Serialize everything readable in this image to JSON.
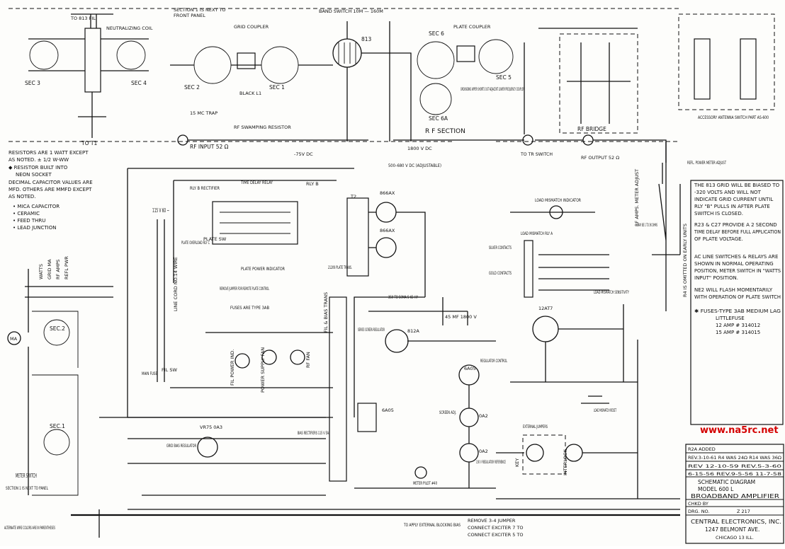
{
  "top": {
    "to_813_fil": "TO 813 FIL.",
    "section_note_1": "SECTION 1 IS NEXT TO",
    "section_note_2": "FRONT PANEL",
    "band_switch": "BAND SWITCH  10M — 160M",
    "neutralizing_coil": "NEUTRALIZING COIL",
    "grid_coupler": "GRID COUPLER",
    "plate_coupler": "PLATE COUPLER",
    "tube_813": "813",
    "rf_section": "R F  SECTION",
    "rf_input": "RF INPUT 52 Ω",
    "rf_output": "RF OUTPUT 52 Ω",
    "to_tr_switch": "TO TR SWITCH",
    "to_t1": "TO T1",
    "rf_bridge": "RF BRIDGE",
    "rf_swamping": "RF SWAMPING RESISTOR",
    "mc_trap": "15 MC TRAP",
    "black_l1": "BLACK L1",
    "grounding_wiper": "GROUNDING WIPER SHORTS OUT ADJACENT LOWER FREQUENCY COUPLER",
    "accessory": "ACCESSORY ANTENNA SWITCH PART AS-600",
    "sec_labels": [
      "SEC 3",
      "SEC 4",
      "SEC 2",
      "SEC 1",
      "SEC 6",
      "SEC 5",
      "SEC 6A"
    ],
    "v75": "-75V DC",
    "v1800": "1800 V DC",
    "v500_680": "500–680 V DC (ADJUSTABLE)"
  },
  "notes_left": {
    "lines": [
      "RESISTORS ARE 1 WATT EXCEPT",
      "AS NOTED.  ± 1/2 W-WW",
      "◆ RESISTOR BUILT INTO",
      "NEON SOCKET",
      "DECIMAL CAPACITOR VALUES ARE",
      "MFD. OTHERS ARE MMFD EXCEPT",
      "AS NOTED."
    ],
    "legend": [
      "• MICA CAPACITOR",
      "• CERAMIC",
      "• FEED THRU",
      "• LEAD JUNCTION"
    ],
    "meter_labels": [
      "WATTS",
      "GRID MA",
      "RF AMPS",
      "REFL PWR"
    ],
    "sec2": "SEC.2",
    "sec1": "SEC.1",
    "meter_switch": "METER SWITCH",
    "meter_note": "SECTION 1 IS NEXT TO PANEL",
    "alt_colors": "ALTERNATE WIRE COLORS ARE IN PARENTHESES"
  },
  "center": {
    "time_delay": "TIME DELAY RELAY",
    "rly_b": "RLY B",
    "rly_b_rect": "RLY B RECTIFIER",
    "plate_overload": "PLATE OVERLOAD RLY C",
    "plate_sw": "PLATE SW",
    "plate_power_ind": "PLATE POWER INDICATOR",
    "remove_jumper": "REMOVE JUMPER FOR REMOTE PLATE CONTROL",
    "fuses": "FUSES ARE TYPE 3AB",
    "v115": "115 V 60 ~",
    "line_cord": "LINE CORD NO.14 WIRE",
    "main_fuse": "MAIN FUSE",
    "fil_sw": "FIL SW",
    "fil_power_ind": "FIL POWER IND.",
    "power_supply_fan": "POWER SUPPLY FAN",
    "rf_fan": "RF FAN",
    "plate_trans": "21209 PLATE TRANS.",
    "tube_866": "866AX",
    "t2": "T2",
    "fil_bias_trans": "FIL & BIAS TRANS",
    "choke": "350 TO 50MA 5-65 HY",
    "cap_45mf": "45 MF 1800 V",
    "series_screen": "SERIES SCREEN REGULATOR",
    "tube_812a": "812A",
    "tube_6a05": "6A05",
    "tube_0a2": "0A2",
    "reg_control": "REGULATOR CONTROL",
    "screen_adj": "SCREEN ADJ.",
    "v150_ref": "150 V REGULATOR REFERENCE",
    "grid_bias_reg": "GRID BIAS REGULATOR",
    "vr75": "VR75 0A3",
    "bias_rect": "BIAS RECTIFIERS 115 V EA.",
    "meter_pilot": "METER PILOT #40",
    "tube_12at7": "12AT7",
    "apply_bias": "TO APPLY EXTERNAL BLOCKING BIAS",
    "remove_jumper_34": "REMOVE 3-4 JUMPER",
    "connect_7": "CONNECT EXCITER 7 TO",
    "connect_5": "CONNECT EXCITER 5 TO"
  },
  "right": {
    "load_mismatch_ind": "LOAD MISMATCH INDICATOR",
    "load_mismatch_rly": "LOAD MISMATCH RLY A",
    "silver_contacts": "SILVER CONTACTS",
    "gold_contacts": "GOLD CONTACTS",
    "sensitivity": "LOAD MISMATCH SENSITIVITY",
    "reset": "LOAD MISMATCH RESET",
    "external_jumpers": "EXTERNAL JUMPERS",
    "key": "KEY",
    "interlock": "INTERLOCK",
    "refl_power": "REFL. POWER METER ADJUST",
    "rf_amps": "RF AMPS. METER ADJUST",
    "may_be": "MAY BE 1 TO 3K OHMS",
    "r4_note": "R4 IS OMITTED ON EARLY UNITS",
    "notes": [
      "THE 813 GRID WILL BE BIASED TO",
      "-320 VOLTS AND WILL NOT",
      "INDICATE GRID CURRENT UNTIL",
      "RLY \"B\" PULLS IN AFTER PLATE",
      "SWITCH IS CLOSED.",
      "R23 & C27 PROVIDE A 2 SECOND",
      "TIME DELAY BEFORE FULL APPLICATION",
      "OF PLATE VOLTAGE.",
      "AC LINE SWITCHES & RELAYS ARE",
      "SHOWN IN NORMAL OPERATING",
      "POSITION, METER SWITCH IN \"WATTS",
      "INPUT\" POSITION.",
      "NE2 WILL FLASH MOMENTARILY",
      "WITH OPERATION OF PLATE SWITCH",
      "✱ FUSES-TYPE 3AB MEDIUM LAG",
      "LITTLEFUSE",
      "12 AMP # 314012",
      "15 AMP # 314015"
    ],
    "url": "www.na5rc.net"
  },
  "title_block": {
    "revisions": [
      "R2A ADDED",
      "REV.3-10-61 R4 WAS 24Ω  R14 WAS 36Ω",
      "REV 12-10-59   REV.5-3-60",
      "6-15-56   REV.9-5-56   11-7-58"
    ],
    "title_lines": [
      "SCHEMATIC DIAGRAM",
      "MODEL 600 L",
      "BROADBAND  AMPLIFIER"
    ],
    "chkd_by": "CHKD BY",
    "drg_no_label": "DRG. NO.",
    "drg_no": "Z 217",
    "company": [
      "CENTRAL ELECTRONICS, INC.",
      "1247  BELMONT  AVE.",
      "CHICAGO 13  ILL."
    ]
  }
}
